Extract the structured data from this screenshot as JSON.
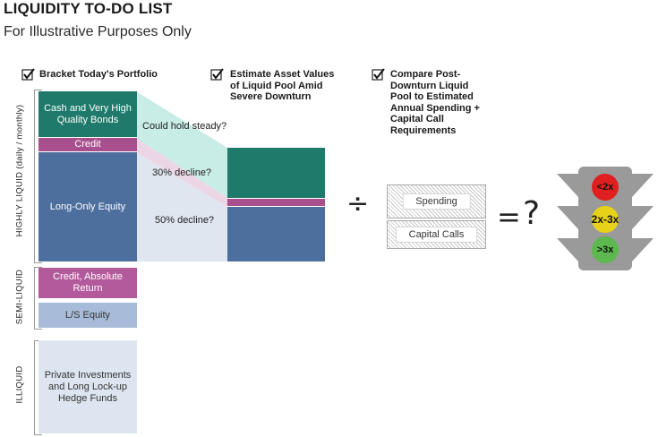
{
  "header": {
    "title": "LIQUIDITY TO-DO LIST",
    "subtitle": "For Illustrative Purposes Only"
  },
  "steps": [
    {
      "lines": [
        "Bracket Today's Portfolio"
      ],
      "checked": true
    },
    {
      "lines": [
        "Estimate Asset Values",
        "of Liquid Pool Amid",
        "Severe Downturn"
      ],
      "checked": true
    },
    {
      "lines": [
        "Compare Post-",
        "Downturn Liquid",
        "Pool to Estimated",
        "Annual Spending +",
        "Capital Call",
        "Requirements"
      ],
      "checked": true
    }
  ],
  "tiers": {
    "highly_liquid": "HIGHLY LIQUID (daily / monthly)",
    "semi_liquid": "SEMI-LIQUID",
    "illiquid": "ILLIQUID"
  },
  "portfolio": {
    "cash": [
      "Cash and Very High",
      "Quality Bonds"
    ],
    "credit": "Credit",
    "equity": "Long-Only Equity",
    "credit_absolute": [
      "Credit, Absolute",
      "Return"
    ],
    "ls_equity": "L/S Equity",
    "private": [
      "Private Investments",
      "and Long Lock-up",
      "Hedge Funds"
    ]
  },
  "scenarios": {
    "cash": "Could hold steady?",
    "credit": "30% decline?",
    "equity": "50% decline?"
  },
  "requirements": {
    "spending": "Spending",
    "capital_calls": "Capital Calls"
  },
  "symbols": {
    "divide": "÷",
    "equals": "=",
    "question": "?"
  },
  "traffic_light": {
    "red": "<2x",
    "yellow": "2x-3x",
    "green": ">3x"
  },
  "colors": {
    "teal": "#1f7a6b",
    "magenta": "#a8508e",
    "blue": "#4d6f9e",
    "pink": "#b35a9c",
    "light_blue": "#a8bcd9",
    "pale_blue": "#dde6f0",
    "red_light": "#e02020",
    "yellow_light": "#e7d21a",
    "green_light": "#5cb84f",
    "housing": "#9a9a9a"
  }
}
